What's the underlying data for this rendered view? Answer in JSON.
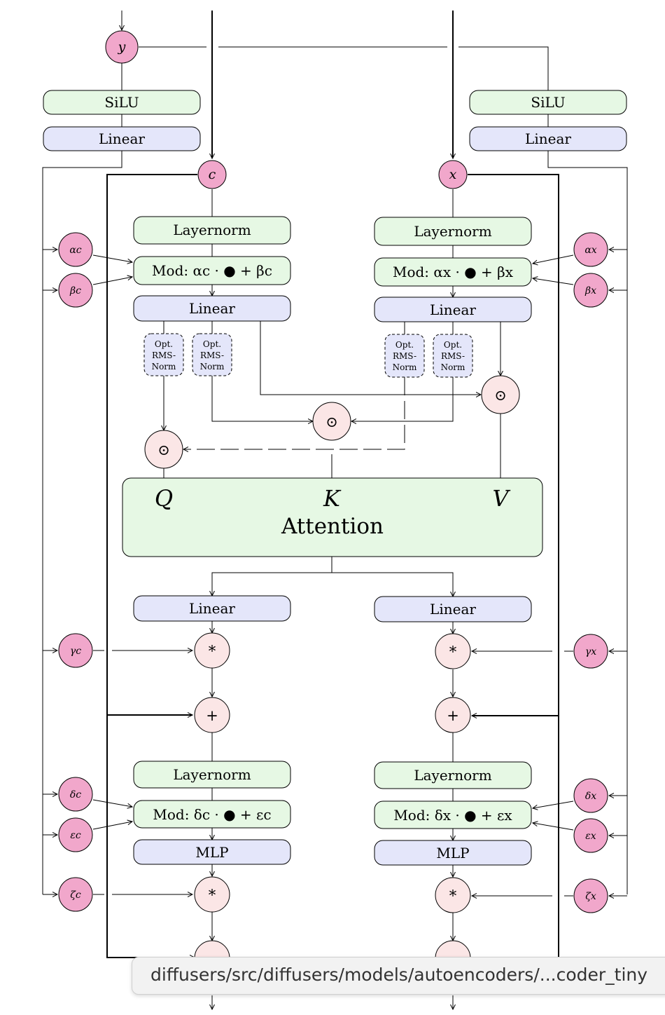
{
  "inputs": {
    "y": "y",
    "c": "c",
    "x": "x"
  },
  "conditioning": {
    "left": {
      "silu": "SiLU",
      "linear": "Linear"
    },
    "right": {
      "silu": "SiLU",
      "linear": "Linear"
    }
  },
  "modulation": {
    "left": [
      "αc",
      "βc",
      "γc",
      "δc",
      "εc",
      "ζc"
    ],
    "right": [
      "αx",
      "βx",
      "γx",
      "δx",
      "εx",
      "ζx"
    ]
  },
  "c_stream": {
    "layernorm1": "Layernorm",
    "mod1": "Mod: αc · ● + βc",
    "linear1": "Linear",
    "linear2": "Linear",
    "layernorm2": "Layernorm",
    "mod2": "Mod: δc · ● + εc",
    "mlp": "MLP"
  },
  "x_stream": {
    "layernorm1": "Layernorm",
    "mod1": "Mod: αx · ● + βx",
    "linear1": "Linear",
    "linear2": "Linear",
    "layernorm2": "Layernorm",
    "mod2": "Mod: δx · ● + εx",
    "mlp": "MLP"
  },
  "rmsnorm": {
    "line1": "Opt.",
    "line2": "RMS-",
    "line3": "Norm"
  },
  "ops": {
    "hadamard": "⊙",
    "mul": "*",
    "add": "+"
  },
  "attention": {
    "label": "Attention",
    "q": "Q",
    "k": "K",
    "v": "V"
  },
  "tooltip": {
    "text": "diffusers/src/diffusers/models/autoencoders/...coder_tiny"
  },
  "colors": {
    "pink": "#f1a7cb",
    "green": "#e6f8e4",
    "blue": "#e4e6fa",
    "op": "#fbe6e6"
  }
}
